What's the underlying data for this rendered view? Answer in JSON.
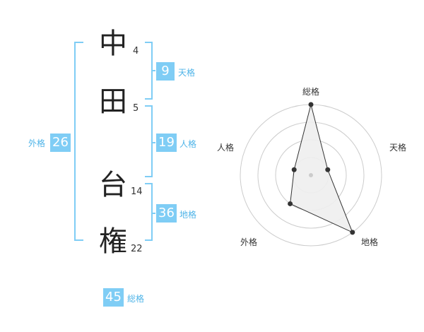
{
  "name": {
    "characters": [
      {
        "char": "中",
        "strokes": "4"
      },
      {
        "char": "田",
        "strokes": "5"
      },
      {
        "char": "台",
        "strokes": "14"
      },
      {
        "char": "権",
        "strokes": "22"
      }
    ]
  },
  "kaku": {
    "tenkaku": {
      "value": "9",
      "label": "天格"
    },
    "jinkaku": {
      "value": "19",
      "label": "人格"
    },
    "chikaku": {
      "value": "36",
      "label": "地格"
    },
    "gaikaku": {
      "value": "26",
      "label": "外格"
    },
    "soukaku": {
      "value": "45",
      "label": "総格"
    }
  },
  "colors": {
    "accent": "#7fcdf5",
    "bracket": "#7fcdf5",
    "ring": "#cccccc",
    "polygon_fill": "#eeeeee",
    "polygon_stroke": "#333333"
  },
  "chart_data": {
    "type": "radar",
    "axes": [
      "総格",
      "天格",
      "地格",
      "外格",
      "人格"
    ],
    "values": [
      4,
      1,
      4,
      2,
      1
    ],
    "max": 4,
    "rings": 4
  }
}
